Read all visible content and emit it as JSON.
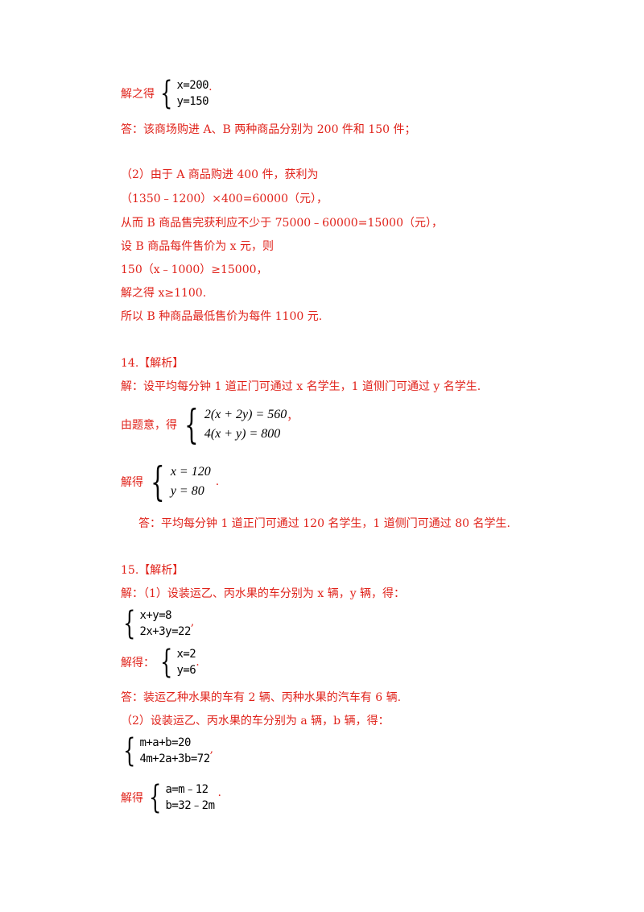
{
  "sec13": {
    "solve_prefix": "解之得",
    "sys1": [
      "x=200",
      "y=150"
    ],
    "sys1_suffix": ".",
    "answer1": "答：该商场购进 A、B 两种商品分别为 200 件和 150 件；",
    "p2_line1": "（2）由于 A 商品购进 400 件，获利为",
    "p2_line2": "（1350﹣1200）×400=60000（元），",
    "p2_line3": "从而 B 商品售完获利应不少于 75000﹣60000=15000（元），",
    "p2_line4": "设 B 商品每件售价为 x 元，则",
    "p2_line5": "150（x﹣1000）≥15000，",
    "p2_line6": "解之得 x≥1100.",
    "p2_line7": "所以 B 种商品最低售价为每件 1100 元."
  },
  "sec14": {
    "heading": "14.【解析】",
    "intro": "解：设平均每分钟 1 道正门可通过 x 名学生，1 道侧门可通过 y 名学生.",
    "setup_prefix": "由题意，得",
    "sys_setup": [
      "2(x + 2y) = 560",
      "4(x + y) = 800"
    ],
    "setup_suffix": "，",
    "solve_prefix": "解得",
    "sys_solve": [
      "x = 120",
      "y = 80"
    ],
    "solve_suffix": ".",
    "answer": "答：平均每分钟 1 道正门可通过 120 名学生，1 道侧门可通过 80 名学生."
  },
  "sec15": {
    "heading": "15.【解析】",
    "intro": "解：（1）设装运乙、丙水果的车分别为 x 辆，y 辆，得：",
    "sys1": [
      "x+y=8",
      "2x+3y=22"
    ],
    "sys1_suffix": ",",
    "solve_prefix": "解得：",
    "sys2": [
      "x=2",
      "y=6"
    ],
    "sys2_suffix": ".",
    "answer1": "答：装运乙种水果的车有 2 辆、丙种水果的汽车有 6 辆.",
    "p2_intro": "（2）设装运乙、丙水果的车分别为 a 辆，b 辆，得：",
    "sys3": [
      "m+a+b=20",
      "4m+2a+3b=72"
    ],
    "sys3_suffix": ",",
    "solve2_prefix": "解得",
    "sys4": [
      "a=m﹣12",
      "b=32﹣2m"
    ],
    "sys4_suffix": "."
  }
}
